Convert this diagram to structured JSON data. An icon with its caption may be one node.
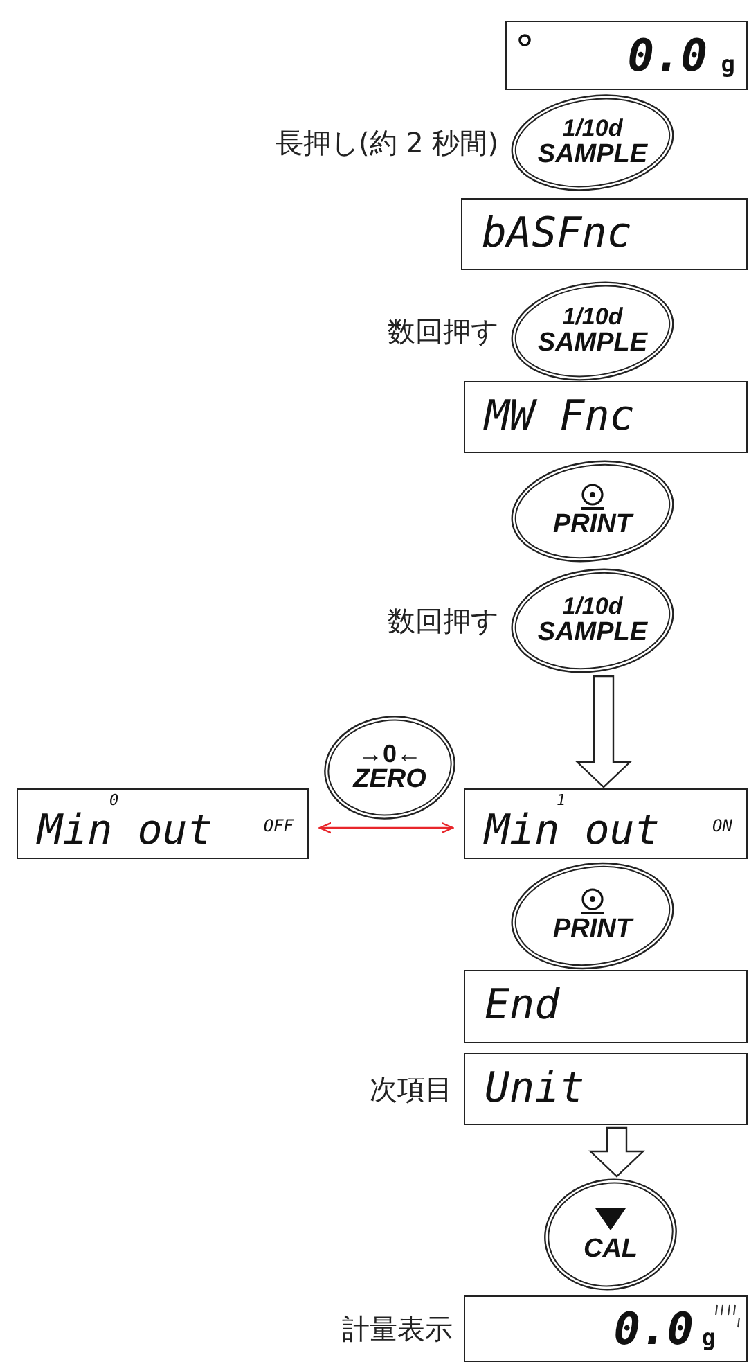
{
  "diagram": {
    "nodes": [
      {
        "text": [
          "0.0",
          "g"
        ]
      },
      {
        "text": [
          "1/10d",
          "SAMPLE"
        ],
        "beside": [
          "長押し(約 2 秒間)"
        ]
      },
      {
        "text": [
          "bASFnc"
        ]
      },
      {
        "text": [
          "1/10d",
          "SAMPLE"
        ],
        "beside": [
          "数回押す"
        ]
      },
      {
        "text": [
          "MW Fnc"
        ]
      },
      {
        "text": [
          "PRINT"
        ]
      },
      {
        "text": [
          "1/10d",
          "SAMPLE"
        ],
        "beside": [
          "数回押す"
        ]
      },
      {
        "text": [
          "0",
          "Min out",
          "OFF"
        ]
      },
      {
        "text": [
          "→0←",
          "ZERO"
        ]
      },
      {
        "text": [
          "1",
          "Min out",
          "ON"
        ]
      },
      {
        "text": [
          "PRINT"
        ]
      },
      {
        "text": [
          "End"
        ]
      },
      {
        "text": [
          "Unit"
        ],
        "beside": [
          "次項目"
        ]
      },
      {
        "text": [
          "CAL"
        ]
      },
      {
        "text": [
          "0.0",
          "g"
        ],
        "beside": [
          "計量表示"
        ]
      }
    ],
    "edges": [
      {
        "from": 6,
        "to": 9,
        "arrow": "to"
      },
      {
        "from": 7,
        "to": 9,
        "arrow": "both",
        "color": "#e8262b"
      },
      {
        "from": 12,
        "to": 13,
        "arrow": "to"
      }
    ]
  }
}
